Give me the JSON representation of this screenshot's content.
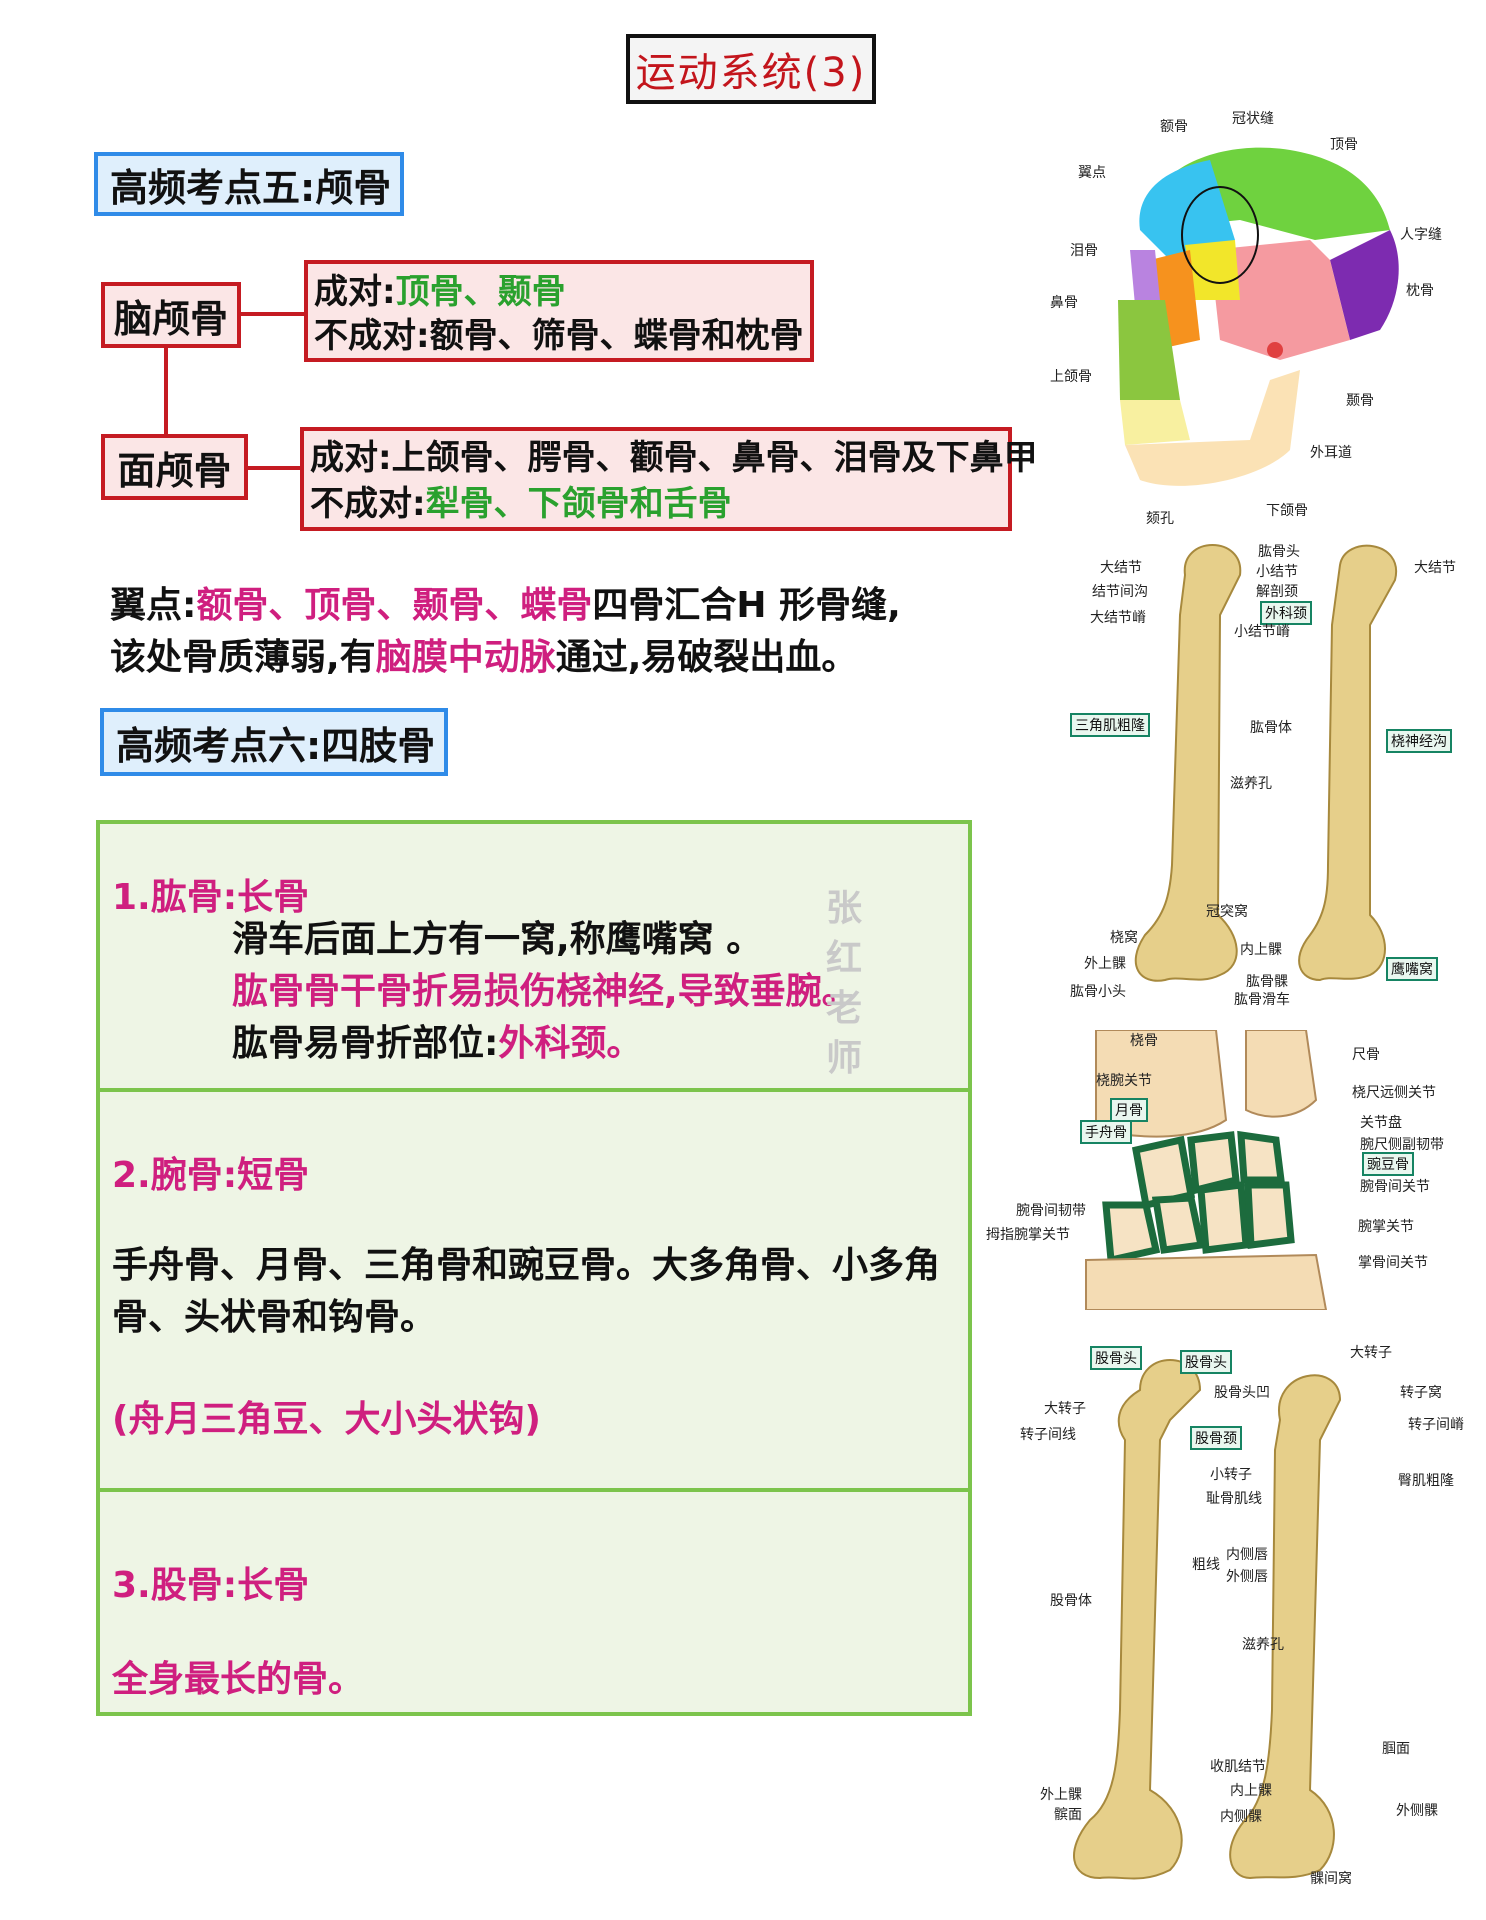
{
  "title": "运动系统(3)",
  "section5": {
    "heading": "高频考点五:颅骨",
    "brain_cranium": {
      "label": "脑颅骨",
      "paired_prefix": "成对:",
      "paired": "顶骨、颞骨",
      "unpaired": "不成对:额骨、筛骨、蝶骨和枕骨"
    },
    "facial_cranium": {
      "label": "面颅骨",
      "paired": "成对:上颌骨、腭骨、颧骨、鼻骨、泪骨及下鼻甲",
      "unpaired_prefix": "不成对:",
      "unpaired": "犁骨、下颌骨和舌骨"
    },
    "pterion": {
      "p1": "翼点:",
      "p2": "额骨、顶骨、颞骨、蝶骨",
      "p3": "四骨汇合H 形骨缝,",
      "p4": "该处骨质薄弱,有",
      "p5": "脑膜中动脉",
      "p6": "通过,易破裂出血。"
    }
  },
  "section6": {
    "heading": "高频考点六:四肢骨",
    "humerus": {
      "head": "1.肱骨:长骨",
      "line1": "滑车后面上方有一窝,称鹰嘴窝 。",
      "line2": "肱骨骨干骨折易损伤桡神经,导致垂腕。",
      "line3_prefix": "肱骨易骨折部位:",
      "line3_value": "外科颈。"
    },
    "carpal": {
      "head": "2.腕骨:短骨",
      "text": "手舟骨、月骨、三角骨和豌豆骨。大多角骨、小多角骨、头状骨和钩骨。",
      "mnemonic": "(舟月三角豆、大小头状钩)"
    },
    "femur": {
      "head": "3.股骨:长骨",
      "text": "全身最长的骨。"
    }
  },
  "watermark": [
    "张",
    "红",
    "老",
    "师"
  ],
  "skull_labels": {
    "frontal": "额骨",
    "coronal": "冠状缝",
    "parietal": "顶骨",
    "pterion": "翼点",
    "lambdoid": "人字缝",
    "lacrimal": "泪骨",
    "occipital": "枕骨",
    "nasal": "鼻骨",
    "maxilla": "上颌骨",
    "temporal": "颞骨",
    "meatus": "外耳道",
    "mental": "颏孔",
    "mandible": "下颌骨"
  },
  "humerus_labels": {
    "head": "肱骨头",
    "greater_tub_l": "大结节",
    "lesser_tub": "小结节",
    "greater_tub_r": "大结节",
    "groove": "结节间沟",
    "anat_neck": "解剖颈",
    "crest": "大结节嵴",
    "surg_neck": "外科颈",
    "lesser_crest": "小结节嵴",
    "deltoid": "三角肌粗隆",
    "body": "肱骨体",
    "radial_groove": "桡神经沟",
    "nutrient": "滋养孔",
    "coronoid": "冠突窝",
    "radial_fossa": "桡窝",
    "medial_epi": "内上髁",
    "lateral_epi": "外上髁",
    "capitulum": "肱骨小头",
    "condyle": "肱骨髁",
    "trochlea": "肱骨滑车",
    "olecranon": "鹰嘴窝"
  },
  "wrist_labels": {
    "radius": "桡骨",
    "ulna": "尺骨",
    "radiocarpal": "桡腕关节",
    "druj": "桡尺远侧关节",
    "lunate": "月骨",
    "disc": "关节盘",
    "scaphoid": "手舟骨",
    "ulnar_lig": "腕尺侧副韧带",
    "pisiform": "豌豆骨",
    "midcarpal": "腕骨间关节",
    "interosseous": "腕骨间韧带",
    "cmc": "腕掌关节",
    "thumb_cmc": "拇指腕掌关节",
    "intermetacarpal": "掌骨间关节"
  },
  "femur_labels": {
    "head_l": "股骨头",
    "head_r": "股骨头",
    "greater_troch_r": "大转子",
    "fovea": "股骨头凹",
    "troch_fossa": "转子窝",
    "greater_troch_l": "大转子",
    "intertroch_line": "转子间线",
    "neck": "股骨颈",
    "intertroch_crest": "转子间嵴",
    "lesser_troch": "小转子",
    "gluteal": "臀肌粗隆",
    "pectineal": "耻骨肌线",
    "rough_line": "粗线",
    "medial_lip": "内侧唇",
    "lateral_lip": "外侧唇",
    "body": "股骨体",
    "nutrient": "滋养孔",
    "popliteal": "腘面",
    "adductor": "收肌结节",
    "medial_epi": "内上髁",
    "lateral_epi": "外上髁",
    "patellar": "髌面",
    "medial_condyle": "内侧髁",
    "lateral_condyle": "外侧髁",
    "intercondylar": "髁间窝"
  }
}
